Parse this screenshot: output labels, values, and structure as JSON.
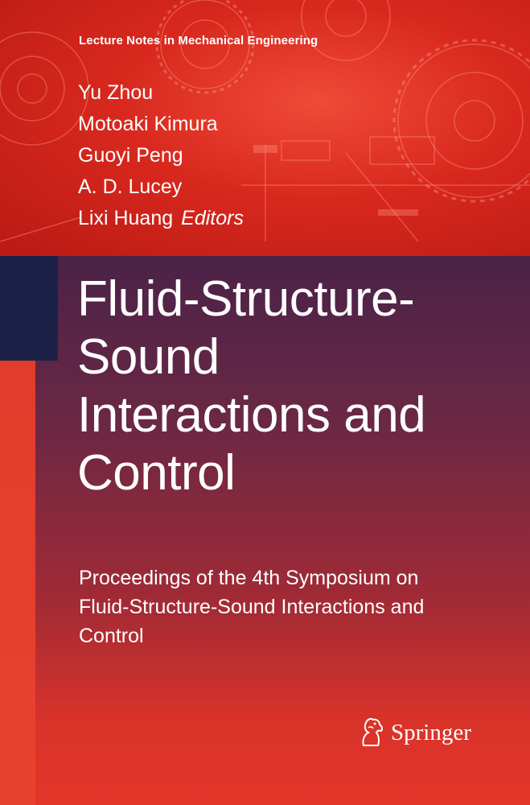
{
  "series": "Lecture Notes in Mechanical Engineering",
  "editors": [
    "Yu Zhou",
    "Motoaki Kimura",
    "Guoyi Peng",
    "A. D. Lucey",
    "Lixi Huang"
  ],
  "editors_role": "Editors",
  "title_lines": [
    "Fluid-Structure-",
    "Sound",
    "Interactions and",
    "Control"
  ],
  "subtitle_lines": [
    "Proceedings of the 4th Symposium on",
    "Fluid-Structure-Sound Interactions and",
    "Control"
  ],
  "publisher": "Springer",
  "colors": {
    "red": "#e8362a",
    "navy": "#1c2148",
    "plum": "#4a2248"
  },
  "icons": [
    "springer-horse-icon"
  ]
}
